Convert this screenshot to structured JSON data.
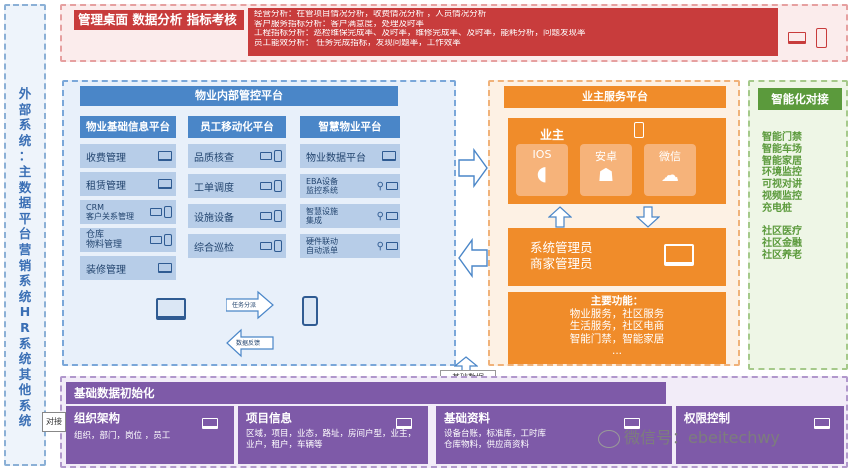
{
  "left_panel": {
    "text": "外部系统：主数据平台 营销系统 HR系统 其他系统"
  },
  "top": {
    "title": "管理桌面  数据分析  指标考核",
    "lines": [
      "经营分析：在管项目情况分析，收费情况分析    ，人员情况分析",
      "客户服务指标分析：客户满意度，处理及时率",
      "工程指标分析：巡检维保完成率、及时率，维修完成率、及时率，能耗分析，问题发现率",
      "员工能效分析：    任务完成指标，发现问题率，工作效率"
    ]
  },
  "internal": {
    "header": "物业内部管控平台",
    "columns": [
      {
        "title": "物业基础信息平台",
        "items": [
          {
            "label": "收费管理"
          },
          {
            "label": "租赁管理"
          },
          {
            "label": "CRM\n客户关系管理"
          },
          {
            "label": "仓库\n物料管理"
          },
          {
            "label": "装修管理"
          }
        ]
      },
      {
        "title": "员工移动化平台",
        "items": [
          {
            "label": "品质核查"
          },
          {
            "label": "工单调度"
          },
          {
            "label": "设施设备"
          },
          {
            "label": "综合巡检"
          }
        ]
      },
      {
        "title": "智慧物业平台",
        "items": [
          {
            "label": "物业数据平台"
          },
          {
            "label": "EBA设备\n监控系统"
          },
          {
            "label": "智慧设施\n集成"
          },
          {
            "label": "硬件联动\n自动派单"
          }
        ]
      }
    ],
    "flow_up": "任务分派",
    "flow_down": "数据反馈"
  },
  "owner_service": {
    "header": "业主服务平台",
    "owner_label": "业主",
    "apps": [
      "IOS",
      "安卓",
      "微信"
    ],
    "admin": [
      "系统管理员",
      "商家管理员"
    ],
    "func_title": "主要功能：",
    "func_lines": [
      "物业服务，社区服务",
      "生活服务，社区电商",
      "智能门禁，智能家居",
      "..."
    ]
  },
  "smart": {
    "header": "智能化对接",
    "items": [
      "智能门禁",
      "智能车场",
      "智能家居",
      "环境监控",
      "可视对讲",
      "视频监控",
      "充电桩",
      "",
      "社区医疗",
      "社区金融",
      "社区养老"
    ]
  },
  "base": {
    "header": "基础数据初始化",
    "label": "基础数据",
    "duijie": "对接",
    "cards": [
      {
        "title": "组织架构",
        "desc": "组织，部门，岗位  ，员工"
      },
      {
        "title": "项目信息",
        "desc": "区域，项目，业态，路址，房间户型，业主，业户，租户，车辆等"
      },
      {
        "title": "基础资料",
        "desc": "设备台账，标准库，工时库\n仓库物料，供应商资料"
      },
      {
        "title": "权限控制",
        "desc": ""
      }
    ]
  },
  "watermark": "微信号：ebeitechwy",
  "colors": {
    "blue": "#4a86c8",
    "orange": "#f08c2a",
    "green": "#5b9a3c",
    "purple": "#7e5aa8",
    "red": "#c83c3c"
  }
}
